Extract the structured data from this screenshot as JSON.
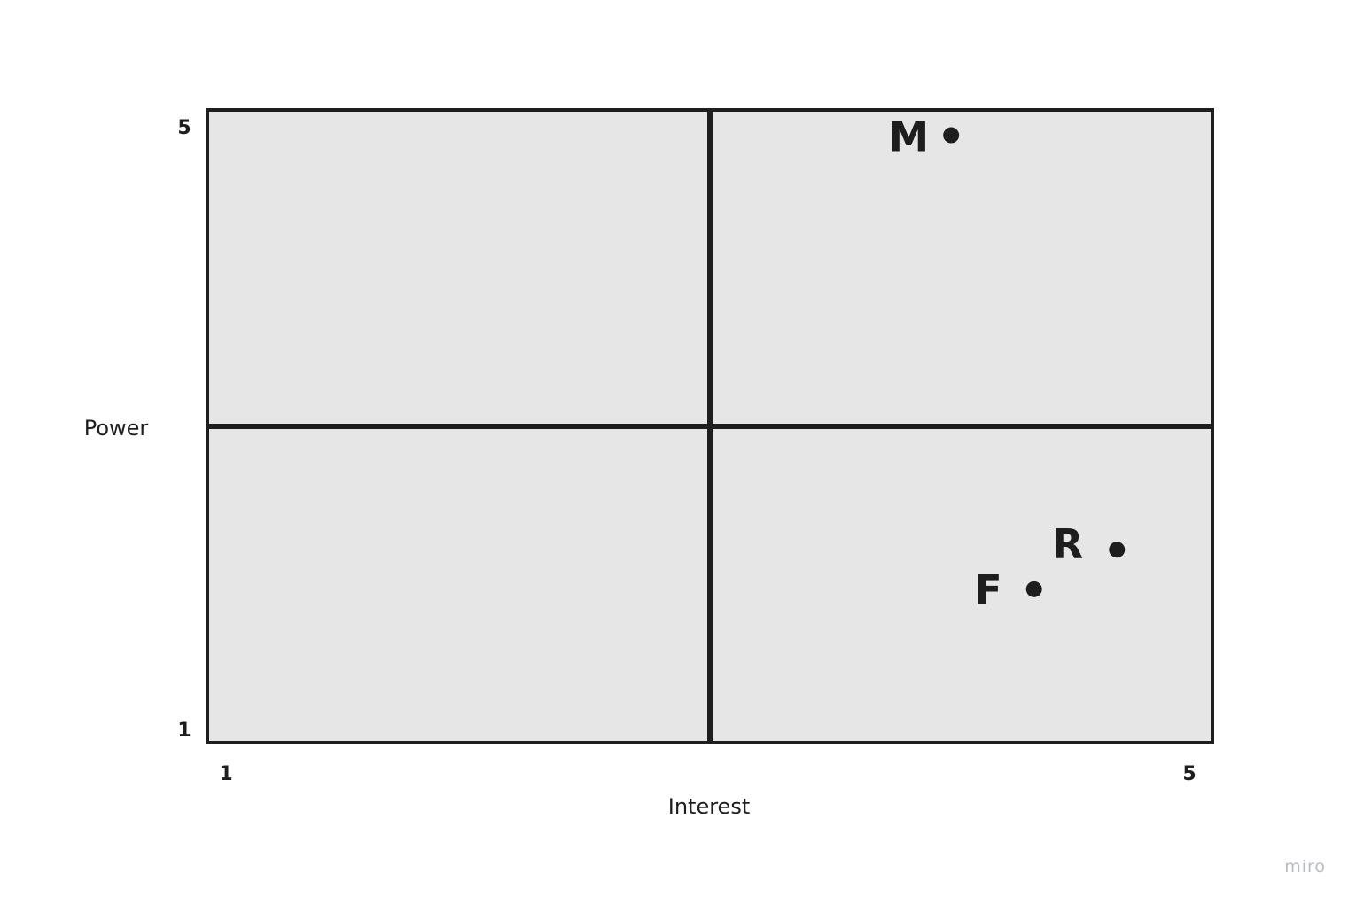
{
  "chart_data": {
    "type": "scatter",
    "xlabel": "Interest",
    "ylabel": "Power",
    "xlim": [
      1,
      5
    ],
    "ylim": [
      1,
      5
    ],
    "x_ticks": [
      "1",
      "5"
    ],
    "y_ticks": [
      "5",
      "1"
    ],
    "grid": "2x2 quadrants",
    "points": [
      {
        "label": "M",
        "x": 3.96,
        "y": 4.84
      },
      {
        "label": "R",
        "x": 4.62,
        "y": 2.22
      },
      {
        "label": "F",
        "x": 4.29,
        "y": 1.97
      }
    ]
  },
  "colors": {
    "quadrant_fill": "#e6e6e6",
    "stroke": "#1e1e1e",
    "background": "#ffffff",
    "watermark": "#b8bcc4"
  },
  "watermark": "miro"
}
